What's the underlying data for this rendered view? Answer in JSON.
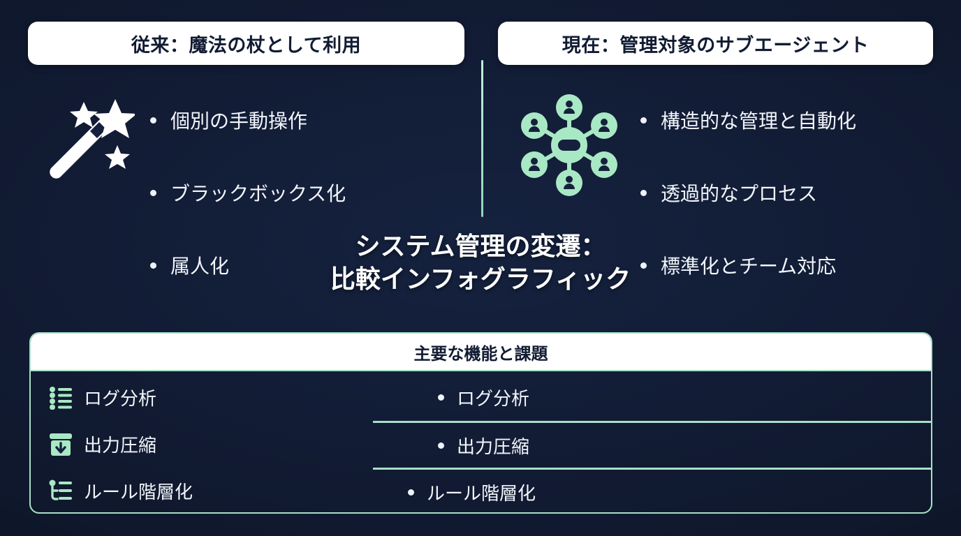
{
  "theme": {
    "background": "#121c35",
    "accent_mint": "#a8e0c6",
    "text_light": "#f2f6fb",
    "pill_background": "#ffffff",
    "pill_text": "#111c33"
  },
  "headers": {
    "left": "従来：魔法の杖として利用",
    "right": "現在：管理対象のサブエージェント"
  },
  "center_title": {
    "line1": "システム管理の変遷：",
    "line2": "比較インフォグラフィック"
  },
  "columns": {
    "left": {
      "icon": "magic-wand-icon",
      "bullets": [
        "個別の手動操作",
        "ブラックボックス化",
        "属人化"
      ]
    },
    "right": {
      "icon": "network-hub-icon",
      "bullets": [
        "構造的な管理と自動化",
        "透過的なプロセス",
        "標準化とチーム対応"
      ]
    }
  },
  "panel": {
    "title": "主要な機能と課題",
    "features": [
      {
        "icon": "list-icon",
        "label": "ログ分析"
      },
      {
        "icon": "archive-download-icon",
        "label": "出力圧縮"
      },
      {
        "icon": "hierarchy-list-icon",
        "label": "ルール階層化"
      }
    ],
    "issues": [
      "ログ分析",
      "出力圧縮",
      "ルール階層化"
    ]
  }
}
